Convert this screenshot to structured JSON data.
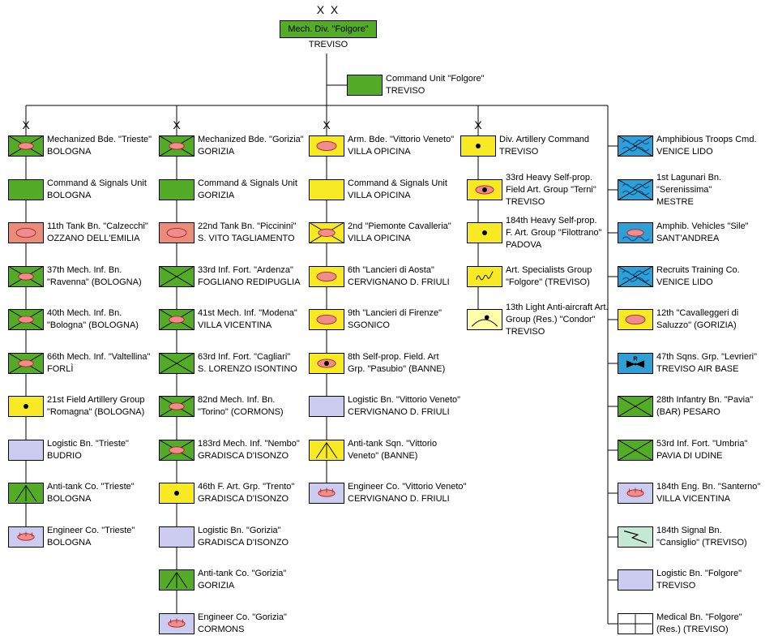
{
  "palette": {
    "green": "#54ab27",
    "yellow": "#f7ea25",
    "pale_yellow": "#ffffaa",
    "pink": "#e98c7b",
    "lavender": "#ccccf0",
    "blue": "#2f9fd6",
    "teal": "#c4e8d4",
    "white": "#ffffff",
    "oval_fill": "#ee8d8d",
    "oval_stroke": "#b22222",
    "wave": "#0b5a9b",
    "line": "#000000"
  },
  "division": {
    "echelon": "X X",
    "name": "Mech. Div. \"Folgore\"",
    "location": "TREVISO",
    "color": "green"
  },
  "command_unit": {
    "color": "green",
    "symbol": "plain",
    "lines": [
      "Command Unit \"Folgore\"",
      "TREVISO"
    ]
  },
  "columns": [
    {
      "echelon": "X",
      "units": [
        {
          "symbol": "mech-infantry",
          "color": "green",
          "lines": [
            "Mechanized Bde. \"Trieste\"",
            "BOLOGNA"
          ]
        },
        {
          "symbol": "plain",
          "color": "green",
          "lines": [
            "Command & Signals Unit",
            "BOLOGNA"
          ]
        },
        {
          "symbol": "armor",
          "color": "pink",
          "lines": [
            "11th Tank Bn. \"Calzecchi\"",
            "OZZANO DELL'EMILIA"
          ]
        },
        {
          "symbol": "mech-infantry",
          "color": "green",
          "lines": [
            "37th Mech. Inf. Bn.",
            "\"Ravenna\" (BOLOGNA)"
          ]
        },
        {
          "symbol": "mech-infantry",
          "color": "green",
          "lines": [
            "40th Mech. Inf. Bn.",
            "\"Bologna\" (BOLOGNA)"
          ]
        },
        {
          "symbol": "mech-infantry",
          "color": "green",
          "lines": [
            "66th Mech. Inf. \"Valtellina\"",
            "FORLÌ"
          ]
        },
        {
          "symbol": "artillery",
          "color": "yellow",
          "lines": [
            "21st Field Artillery Group",
            "\"Romagna\" (BOLOGNA)"
          ]
        },
        {
          "symbol": "plain",
          "color": "lavender",
          "lines": [
            "Logistic Bn. \"Trieste\"",
            "BUDRIO"
          ]
        },
        {
          "symbol": "anti-tank",
          "color": "green",
          "lines": [
            "Anti-tank Co. \"Trieste\"",
            "BOLOGNA"
          ]
        },
        {
          "symbol": "engineer",
          "color": "lavender",
          "lines": [
            "Engineer Co. \"Trieste\"",
            "BOLOGNA"
          ]
        }
      ]
    },
    {
      "echelon": "X",
      "units": [
        {
          "symbol": "mech-infantry",
          "color": "green",
          "lines": [
            "Mechanized Bde. \"Gorizia\"",
            "GORIZIA"
          ]
        },
        {
          "symbol": "plain",
          "color": "green",
          "lines": [
            "Command & Signals Unit",
            "GORIZIA"
          ]
        },
        {
          "symbol": "armor",
          "color": "pink",
          "lines": [
            "22nd Tank Bn. \"Piccinini\"",
            "S. VITO TAGLIAMENTO"
          ]
        },
        {
          "symbol": "infantry",
          "color": "green",
          "lines": [
            "33rd Inf. Fort. \"Ardenza\"",
            "FOGLIANO REDIPUGLIA"
          ]
        },
        {
          "symbol": "mech-infantry",
          "color": "green",
          "lines": [
            "41st Mech. Inf. \"Modena\"",
            "VILLA VICENTINA"
          ]
        },
        {
          "symbol": "infantry",
          "color": "green",
          "lines": [
            "63rd Inf. Fort. \"Cagliari\"",
            "S. LORENZO ISONTINO"
          ]
        },
        {
          "symbol": "mech-infantry",
          "color": "green",
          "lines": [
            "82nd Mech. Inf. Bn.",
            "\"Torino\" (CORMONS)"
          ]
        },
        {
          "symbol": "mech-infantry",
          "color": "green",
          "lines": [
            "183rd Mech. Inf. \"Nembo\"",
            "GRADISCA D'ISONZO"
          ]
        },
        {
          "symbol": "artillery",
          "color": "yellow",
          "lines": [
            "46th F. Art. Grp. \"Trento\"",
            "GRADISCA D'ISONZO"
          ]
        },
        {
          "symbol": "plain",
          "color": "lavender",
          "lines": [
            "Logistic Bn. \"Gorizia\"",
            "GRADISCA D'ISONZO"
          ]
        },
        {
          "symbol": "anti-tank",
          "color": "green",
          "lines": [
            "Anti-tank Co. \"Gorizia\"",
            "GORIZIA"
          ]
        },
        {
          "symbol": "engineer",
          "color": "lavender",
          "lines": [
            "Engineer Co. \"Gorizia\"",
            "CORMONS"
          ]
        }
      ]
    },
    {
      "echelon": "X",
      "units": [
        {
          "symbol": "armor",
          "color": "yellow",
          "lines": [
            "Arm. Bde. \"Vittorio Veneto\"",
            "VILLA OPICINA"
          ]
        },
        {
          "symbol": "plain",
          "color": "yellow",
          "lines": [
            "Command & Signals Unit",
            "VILLA OPICINA"
          ]
        },
        {
          "symbol": "mech-cavalry",
          "color": "yellow",
          "lines": [
            "2nd \"Piemonte Cavalleria\"",
            "VILLA OPICINA"
          ]
        },
        {
          "symbol": "armor",
          "color": "yellow",
          "lines": [
            "6th \"Lancieri di Aosta\"",
            "CERVIGNANO D. FRIULI"
          ]
        },
        {
          "symbol": "armor",
          "color": "yellow",
          "lines": [
            "9th \"Lancieri di Firenze\"",
            "SGONICO"
          ]
        },
        {
          "symbol": "sp-artillery",
          "color": "yellow",
          "lines": [
            "8th Self-prop. Field. Art",
            "Grp. \"Pasubio\" (BANNE)"
          ]
        },
        {
          "symbol": "plain",
          "color": "lavender",
          "lines": [
            "Logistic Bn. \"Vittorio Veneto\"",
            "CERVIGNANO D. FRIULI"
          ]
        },
        {
          "symbol": "anti-tank",
          "color": "yellow",
          "lines": [
            "Anti-tank Sqn. \"Vittorio",
            "Veneto\" (BANNE)"
          ]
        },
        {
          "symbol": "engineer",
          "color": "lavender",
          "lines": [
            "Engineer Co. \"Vittorio Veneto\"",
            "CERVIGNANO D. FRIULI"
          ]
        }
      ]
    },
    {
      "echelon": "X",
      "units": [
        {
          "symbol": "artillery",
          "color": "yellow",
          "lines": [
            "Div. Artillery Command",
            "TREVISO"
          ]
        },
        {
          "symbol": "sp-artillery",
          "color": "yellow",
          "lines": [
            "33rd Heavy Self-prop.",
            "Field Art. Group \"Terni\"",
            "TREVISO"
          ]
        },
        {
          "symbol": "artillery",
          "color": "yellow",
          "lines": [
            "184th Heavy Self-prop.",
            "F. Art. Group \"Filottrano\"",
            "PADOVA"
          ]
        },
        {
          "symbol": "specialists",
          "color": "yellow",
          "lines": [
            "Art. Specialists Group",
            "\"Folgore\" (TREVISO)"
          ]
        },
        {
          "symbol": "anti-aircraft",
          "color": "pale_yellow",
          "lines": [
            "13th Light Anti-aircraft Art.",
            "Group (Res.) \"Condor\"",
            "TREVISO"
          ]
        }
      ]
    },
    {
      "echelon": "",
      "units": [
        {
          "symbol": "amphibious",
          "color": "blue",
          "lines": [
            "Amphibious Troops Cmd.",
            "VENICE LIDO"
          ]
        },
        {
          "symbol": "amphibious",
          "color": "blue",
          "lines": [
            "1st Lagunari Bn.",
            "\"Serenissima\"",
            "MESTRE"
          ]
        },
        {
          "symbol": "amphibious-vehicles",
          "color": "blue",
          "lines": [
            "Amphib. Vehicles \"Sile\"",
            "SANT'ANDREA"
          ]
        },
        {
          "symbol": "amphibious",
          "color": "blue",
          "lines": [
            "Recruits Training Co.",
            "VENICE LIDO"
          ]
        },
        {
          "symbol": "armor",
          "color": "yellow",
          "lines": [
            "12th \"Cavalleggeri di",
            "Saluzzo\" (GORIZIA)"
          ]
        },
        {
          "symbol": "aviation",
          "color": "blue",
          "badge": "R",
          "lines": [
            "47th Sqns. Grp. \"Levrieri\"",
            "TREVISO AIR BASE"
          ]
        },
        {
          "symbol": "infantry",
          "color": "green",
          "lines": [
            "28th Infantry Bn. \"Pavia\"",
            "(BAR) PESARO"
          ]
        },
        {
          "symbol": "infantry",
          "color": "green",
          "lines": [
            "53rd Inf. Fort. \"Umbria\"",
            "PAVIA DI UDINE"
          ]
        },
        {
          "symbol": "engineer",
          "color": "lavender",
          "lines": [
            "184th Eng. Bn. \"Santerno\"",
            "VILLA VICENTINA"
          ]
        },
        {
          "symbol": "signal",
          "color": "teal",
          "lines": [
            "184th Signal Bn.",
            "\"Cansiglio\" (TREVISO)"
          ]
        },
        {
          "symbol": "plain",
          "color": "lavender",
          "lines": [
            "Logistic Bn. \"Folgore\"",
            "TREVISO"
          ]
        },
        {
          "symbol": "medical",
          "color": "white",
          "lines": [
            "Medical Bn. \"Folgore\"",
            "(Res.) (TREVISO)"
          ]
        }
      ]
    }
  ]
}
